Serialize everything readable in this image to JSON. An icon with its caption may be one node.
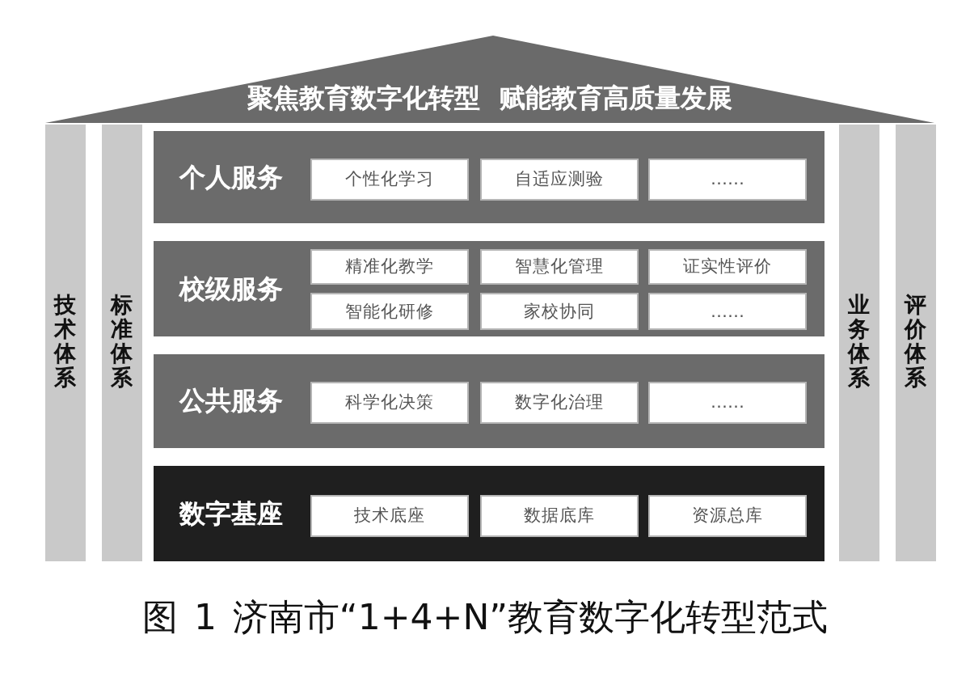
{
  "diagram": {
    "caption": "图 1 济南市“1+4+N”教育数字化转型范式",
    "nodes": [
      {
        "text": [
          "聚焦教育数字化转型 赋能教育高质量发展"
        ]
      },
      {
        "text": [
          "技术体系"
        ]
      },
      {
        "text": [
          "标准体系"
        ]
      },
      {
        "text": [
          "个人服务"
        ]
      },
      {
        "text": [
          "个性化学习"
        ],
        "in": 3
      },
      {
        "text": [
          "自适应测验"
        ],
        "in": 3
      },
      {
        "text": [
          "……"
        ],
        "in": 3
      },
      {
        "text": [
          "校级服务"
        ]
      },
      {
        "text": [
          "精准化教学"
        ],
        "in": 7
      },
      {
        "text": [
          "智慧化管理"
        ],
        "in": 7
      },
      {
        "text": [
          "证实性评价"
        ],
        "in": 7
      },
      {
        "text": [
          "智能化研修"
        ],
        "in": 7
      },
      {
        "text": [
          "家校协同"
        ],
        "in": 7
      },
      {
        "text": [
          "……"
        ],
        "in": 7
      },
      {
        "text": [
          "公共服务"
        ]
      },
      {
        "text": [
          "科学化决策"
        ],
        "in": 14
      },
      {
        "text": [
          "数字化治理"
        ],
        "in": 14
      },
      {
        "text": [
          "……"
        ],
        "in": 14
      },
      {
        "text": [
          "数字基座"
        ]
      },
      {
        "text": [
          "技术底座"
        ],
        "in": 18
      },
      {
        "text": [
          "数据底库"
        ],
        "in": 18
      },
      {
        "text": [
          "资源总库"
        ],
        "in": 18
      },
      {
        "text": [
          "业务体系"
        ]
      },
      {
        "text": [
          "评价体系"
        ]
      }
    ]
  }
}
